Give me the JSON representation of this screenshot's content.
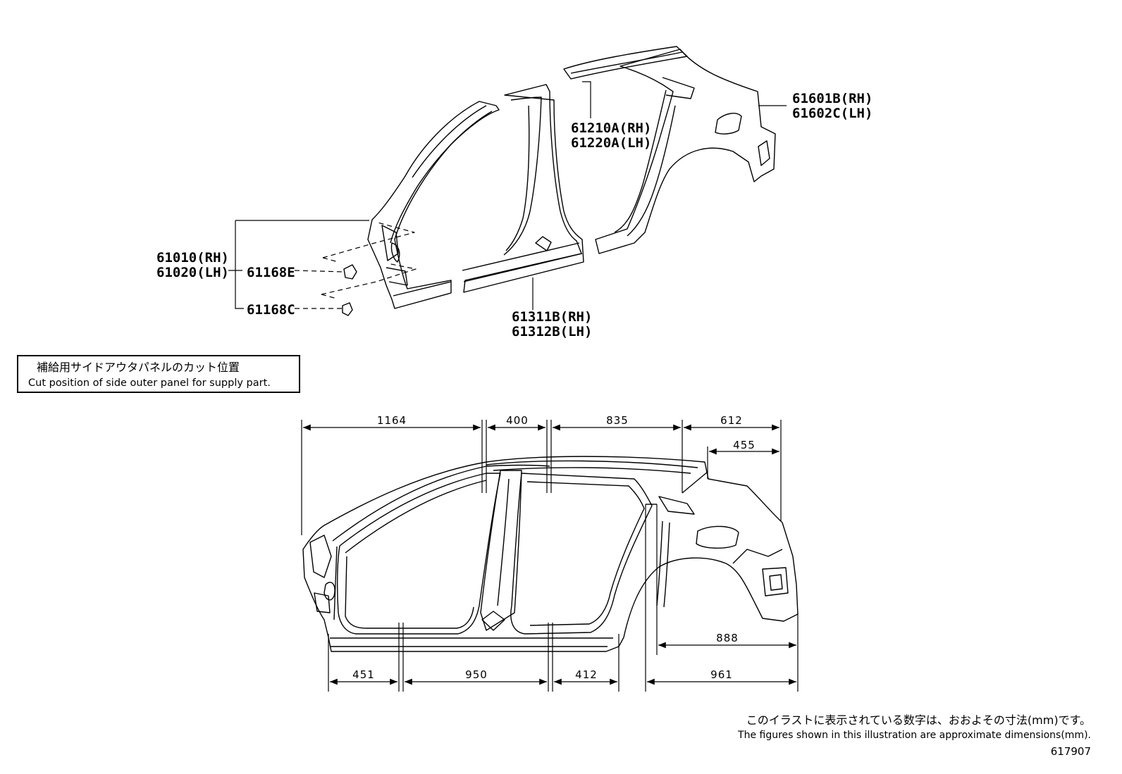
{
  "parts": {
    "back_door_opening": {
      "rh": "61601B(RH)",
      "lh": "61602C(LH)"
    },
    "roof_side_rail": {
      "rh": "61210A(RH)",
      "lh": "61220A(LH)"
    },
    "front_pillar": {
      "rh": "61010(RH)",
      "lh": "61020(LH)"
    },
    "cap_e": "61168E",
    "cap_c": "61168C",
    "rocker_panel": {
      "rh": "61311B(RH)",
      "lh": "61312B(LH)"
    }
  },
  "note": {
    "ja": "補給用サイドアウタパネルのカット位置",
    "en": "Cut position of side outer panel for supply part."
  },
  "dimensions": {
    "top": [
      "1164",
      "400",
      "835",
      "612",
      "455"
    ],
    "bottom": [
      "451",
      "950",
      "412",
      "961"
    ],
    "right": "888"
  },
  "footer": {
    "ja": "このイラストに表示されている数字は、おおよその寸法(mm)です。",
    "en": "The figures shown in this illustration are approximate dimensions(mm).",
    "illustration_id": "617907"
  }
}
